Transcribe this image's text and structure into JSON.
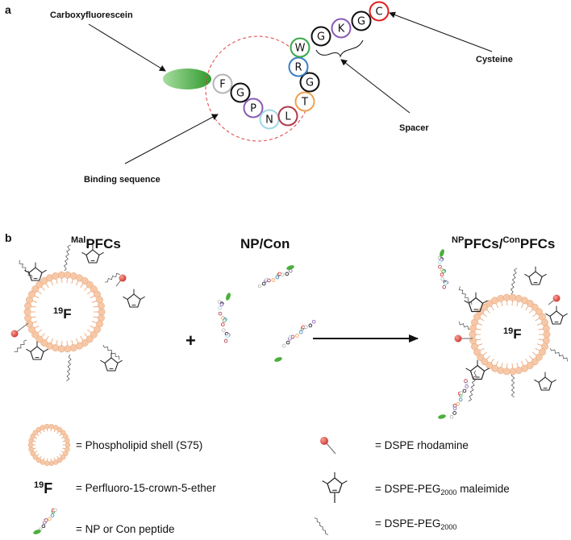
{
  "panel_a": {
    "letter": "a",
    "carboxy_label": "Carboxyfluorescein",
    "binding_label": "Binding sequence",
    "spacer_label": "Spacer",
    "cysteine_label": "Cysteine",
    "residues": [
      {
        "letter": "F",
        "color": "#b5b5b5"
      },
      {
        "letter": "G",
        "color": "#111111"
      },
      {
        "letter": "P",
        "color": "#8a5bb5"
      },
      {
        "letter": "N",
        "color": "#9fd7e6"
      },
      {
        "letter": "L",
        "color": "#b03a4a"
      },
      {
        "letter": "T",
        "color": "#f0a050"
      },
      {
        "letter": "G",
        "color": "#111111"
      },
      {
        "letter": "R",
        "color": "#3a7fc2"
      },
      {
        "letter": "W",
        "color": "#3aa84a"
      },
      {
        "letter": "G",
        "color": "#111111"
      },
      {
        "letter": "K",
        "color": "#8a5bb5"
      },
      {
        "letter": "G",
        "color": "#111111"
      },
      {
        "letter": "C",
        "color": "#e02020"
      }
    ]
  },
  "panel_b": {
    "letter": "b",
    "mal_sup": "Mal",
    "mal_text": "PFCs",
    "npcon_text": "NP/Con",
    "np_sup": "NP",
    "np_mid": "PFCs/",
    "con_sup": "Con",
    "con_text": "PFCs",
    "core_sup": "19",
    "core_text": "F",
    "plus": "+"
  },
  "legend": {
    "shell": "= Phospholipid shell (S75)",
    "f19_sup": "19",
    "f19_text": "F",
    "crown": "= Perfluoro-15-crown-5-ether",
    "peptide": "= NP or Con peptide",
    "rhodamine": "= DSPE rhodamine",
    "maleimide_pre": "= DSPE-PEG",
    "maleimide_sub": "2000",
    "maleimide_post": " maleimide",
    "peg_pre": "= DSPE-PEG",
    "peg_sub": "2000"
  },
  "colors": {
    "shell_fill": "#f6c8a8",
    "shell_stroke": "#e8a070",
    "rhodamine": "#e45a50",
    "fluorescein": "#4caf3c",
    "dash_circle": "#e04040"
  }
}
